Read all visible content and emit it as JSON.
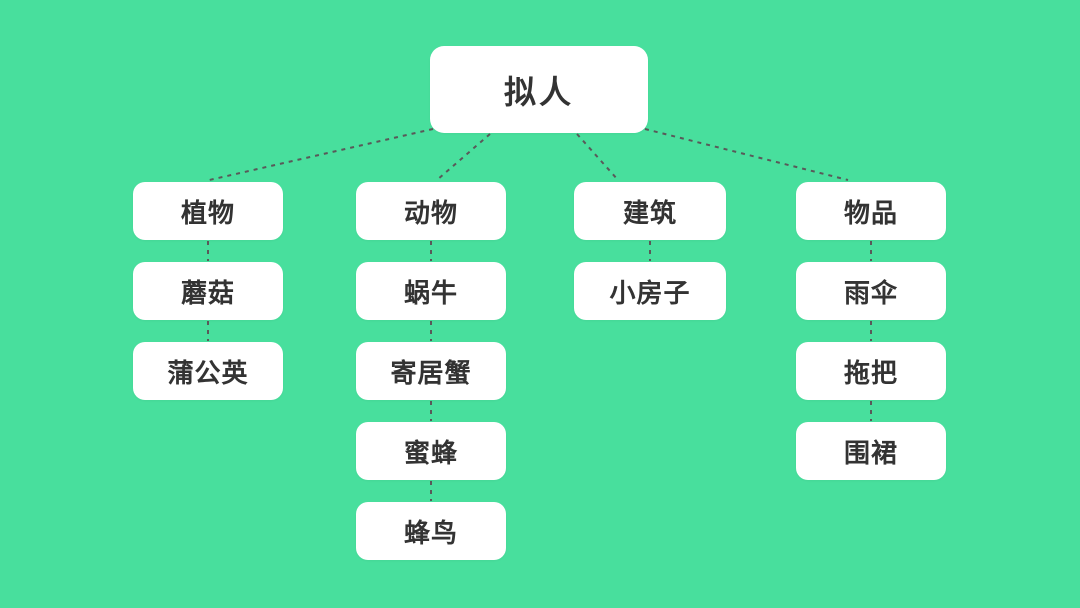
{
  "colors": {
    "background": "#48DF9D",
    "node": "#FFFFFF",
    "text": "#333333",
    "connector": "#595959"
  },
  "tree": {
    "root": {
      "label": "拟人"
    },
    "branches": [
      {
        "label": "植物",
        "children": [
          "蘑菇",
          "蒲公英"
        ]
      },
      {
        "label": "动物",
        "children": [
          "蜗牛",
          "寄居蟹",
          "蜜蜂",
          "蜂鸟"
        ]
      },
      {
        "label": "建筑",
        "children": [
          "小房子"
        ]
      },
      {
        "label": "物品",
        "children": [
          "雨伞",
          "拖把",
          "围裙"
        ]
      }
    ]
  }
}
